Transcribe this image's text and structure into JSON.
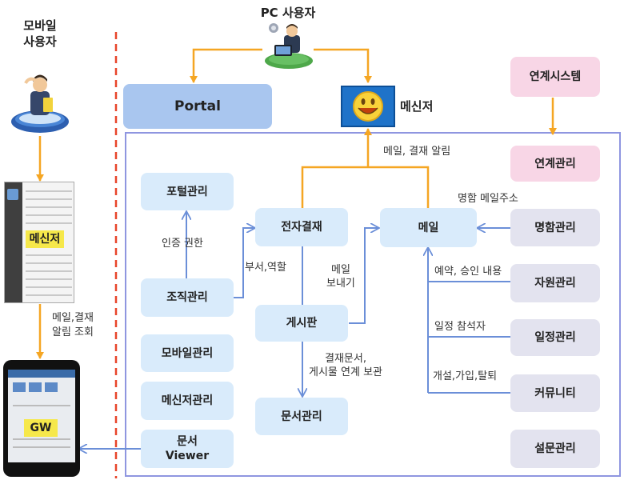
{
  "colors": {
    "arrow": "#f5a623",
    "blue_line": "#6b8fd8",
    "frame": "#8f96e0",
    "divider": "#e8452a",
    "light_blue": "#d9ebfb",
    "portal_blue": "#a9c6ef",
    "gray_box": "#e3e3ef",
    "pink_box": "#f8d6e6"
  },
  "labels": {
    "mobile_user": "모바일\n사용자",
    "pc_user": "PC 사용자",
    "mobile_query": "메일,결재\n알림 조회"
  },
  "phone_screen": {
    "messenger": "메신저",
    "gw": "GW"
  },
  "nodes": {
    "portal": "Portal",
    "messenger": "메신저",
    "link_system": "연계시스템",
    "link_manage": "연계관리",
    "portal_manage": "포털관리",
    "e_approval": "전자결재",
    "mail": "메일",
    "card_manage": "명함관리",
    "org_manage": "조직관리",
    "resource_manage": "자원관리",
    "board": "게시판",
    "schedule_manage": "일정관리",
    "mobile_manage": "모바일관리",
    "messenger_manage": "메신저관리",
    "doc_manage": "문서관리",
    "community": "커뮤니티",
    "doc_viewer": "문서\nViewer",
    "survey_manage": "설문관리"
  },
  "edge_labels": {
    "mail_approval_alert": "메일, 결재 알림",
    "card_mail_address": "명함 메일주소",
    "auth": "인증 권한",
    "dept_role": "부서,역할",
    "send_mail": "메일\n보내기",
    "reserve_approve": "예약, 승인 내용",
    "schedule_attendee": "일정 참석자",
    "approval_doc_keep": "결재문서,\n게시물 연계 보관",
    "open_join_leave": "개설,가입,탈퇴"
  }
}
